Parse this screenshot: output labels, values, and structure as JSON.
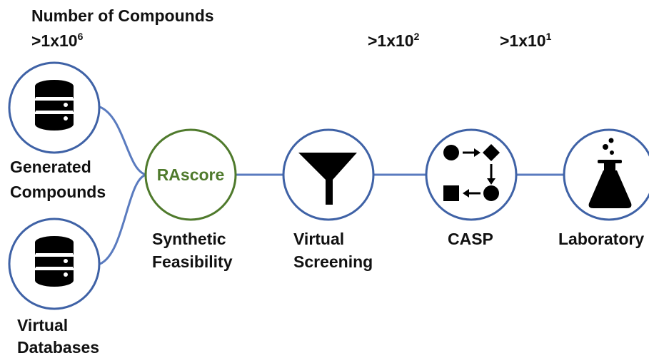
{
  "header": {
    "title": "Number of Compounds"
  },
  "counts": [
    {
      "base": ">1x10",
      "exp": "6"
    },
    {
      "base": ">1x10",
      "exp": "2"
    },
    {
      "base": ">1x10",
      "exp": "1"
    }
  ],
  "sources": [
    {
      "label_line1": "Generated",
      "label_line2": "Compounds",
      "icon": "database-icon"
    },
    {
      "label_line1": "Virtual",
      "label_line2": "Databases",
      "icon": "database-icon"
    }
  ],
  "stages": [
    {
      "inner": "RAscore",
      "label_line1": "Synthetic",
      "label_line2": "Feasibility"
    },
    {
      "icon": "funnel-icon",
      "label_line1": "Virtual",
      "label_line2": "Screening"
    },
    {
      "icon": "reaction-workflow-icon",
      "label_line1": "CASP"
    },
    {
      "icon": "flask-icon",
      "label_line1": "Laboratory"
    }
  ],
  "colors": {
    "node_stroke": "#3f62a6",
    "connector": "#5a7bbf",
    "rascore_stroke": "#4f7a2c",
    "icon_fill": "#000000"
  }
}
